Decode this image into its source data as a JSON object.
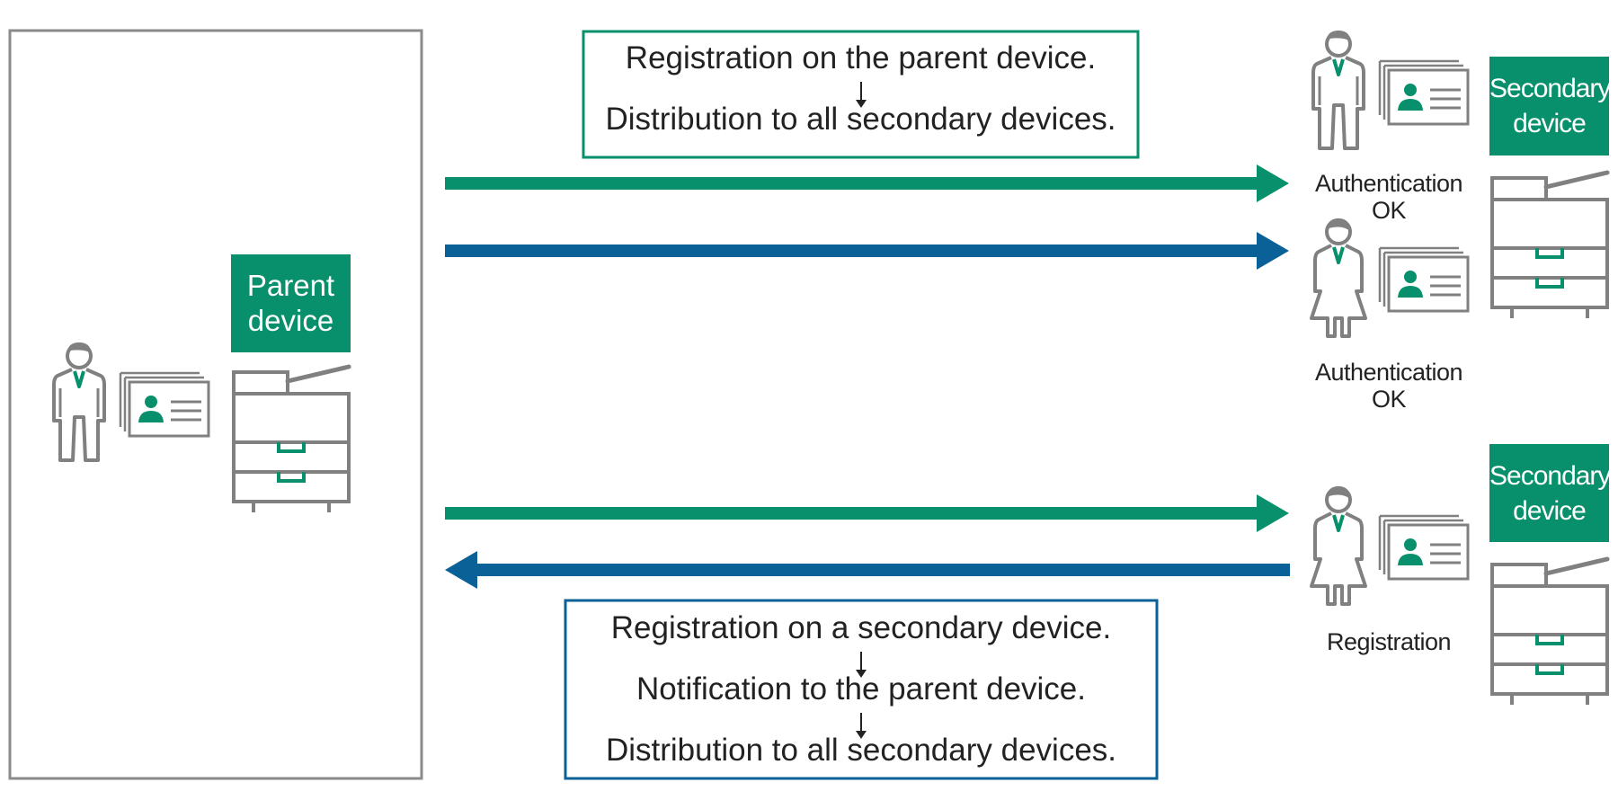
{
  "colors": {
    "green": "#07906b",
    "blue": "#0a6198",
    "gray": "#808080",
    "frame": "#8a8a8a",
    "text": "#222222"
  },
  "parent": {
    "label_line1": "Parent",
    "label_line2": "device"
  },
  "top_message": {
    "line1": "Registration on the parent device.",
    "line2": "Distribution to all secondary devices."
  },
  "bottom_message": {
    "line1": "Registration on a secondary device.",
    "line2": "Notification to the parent device.",
    "line3": "Distribution to all secondary devices."
  },
  "secondary_top": {
    "label_line1": "Secondary",
    "label_line2": "device",
    "user1_status_line1": "Authentication",
    "user1_status_line2": "OK",
    "user2_status_line1": "Authentication",
    "user2_status_line2": "OK"
  },
  "secondary_bottom": {
    "label_line1": "Secondary",
    "label_line2": "device",
    "user_status": "Registration"
  },
  "icons": {
    "male_user": "male-user-icon",
    "female_user": "female-user-icon",
    "id_card": "id-card-icon",
    "printer": "printer-icon"
  }
}
